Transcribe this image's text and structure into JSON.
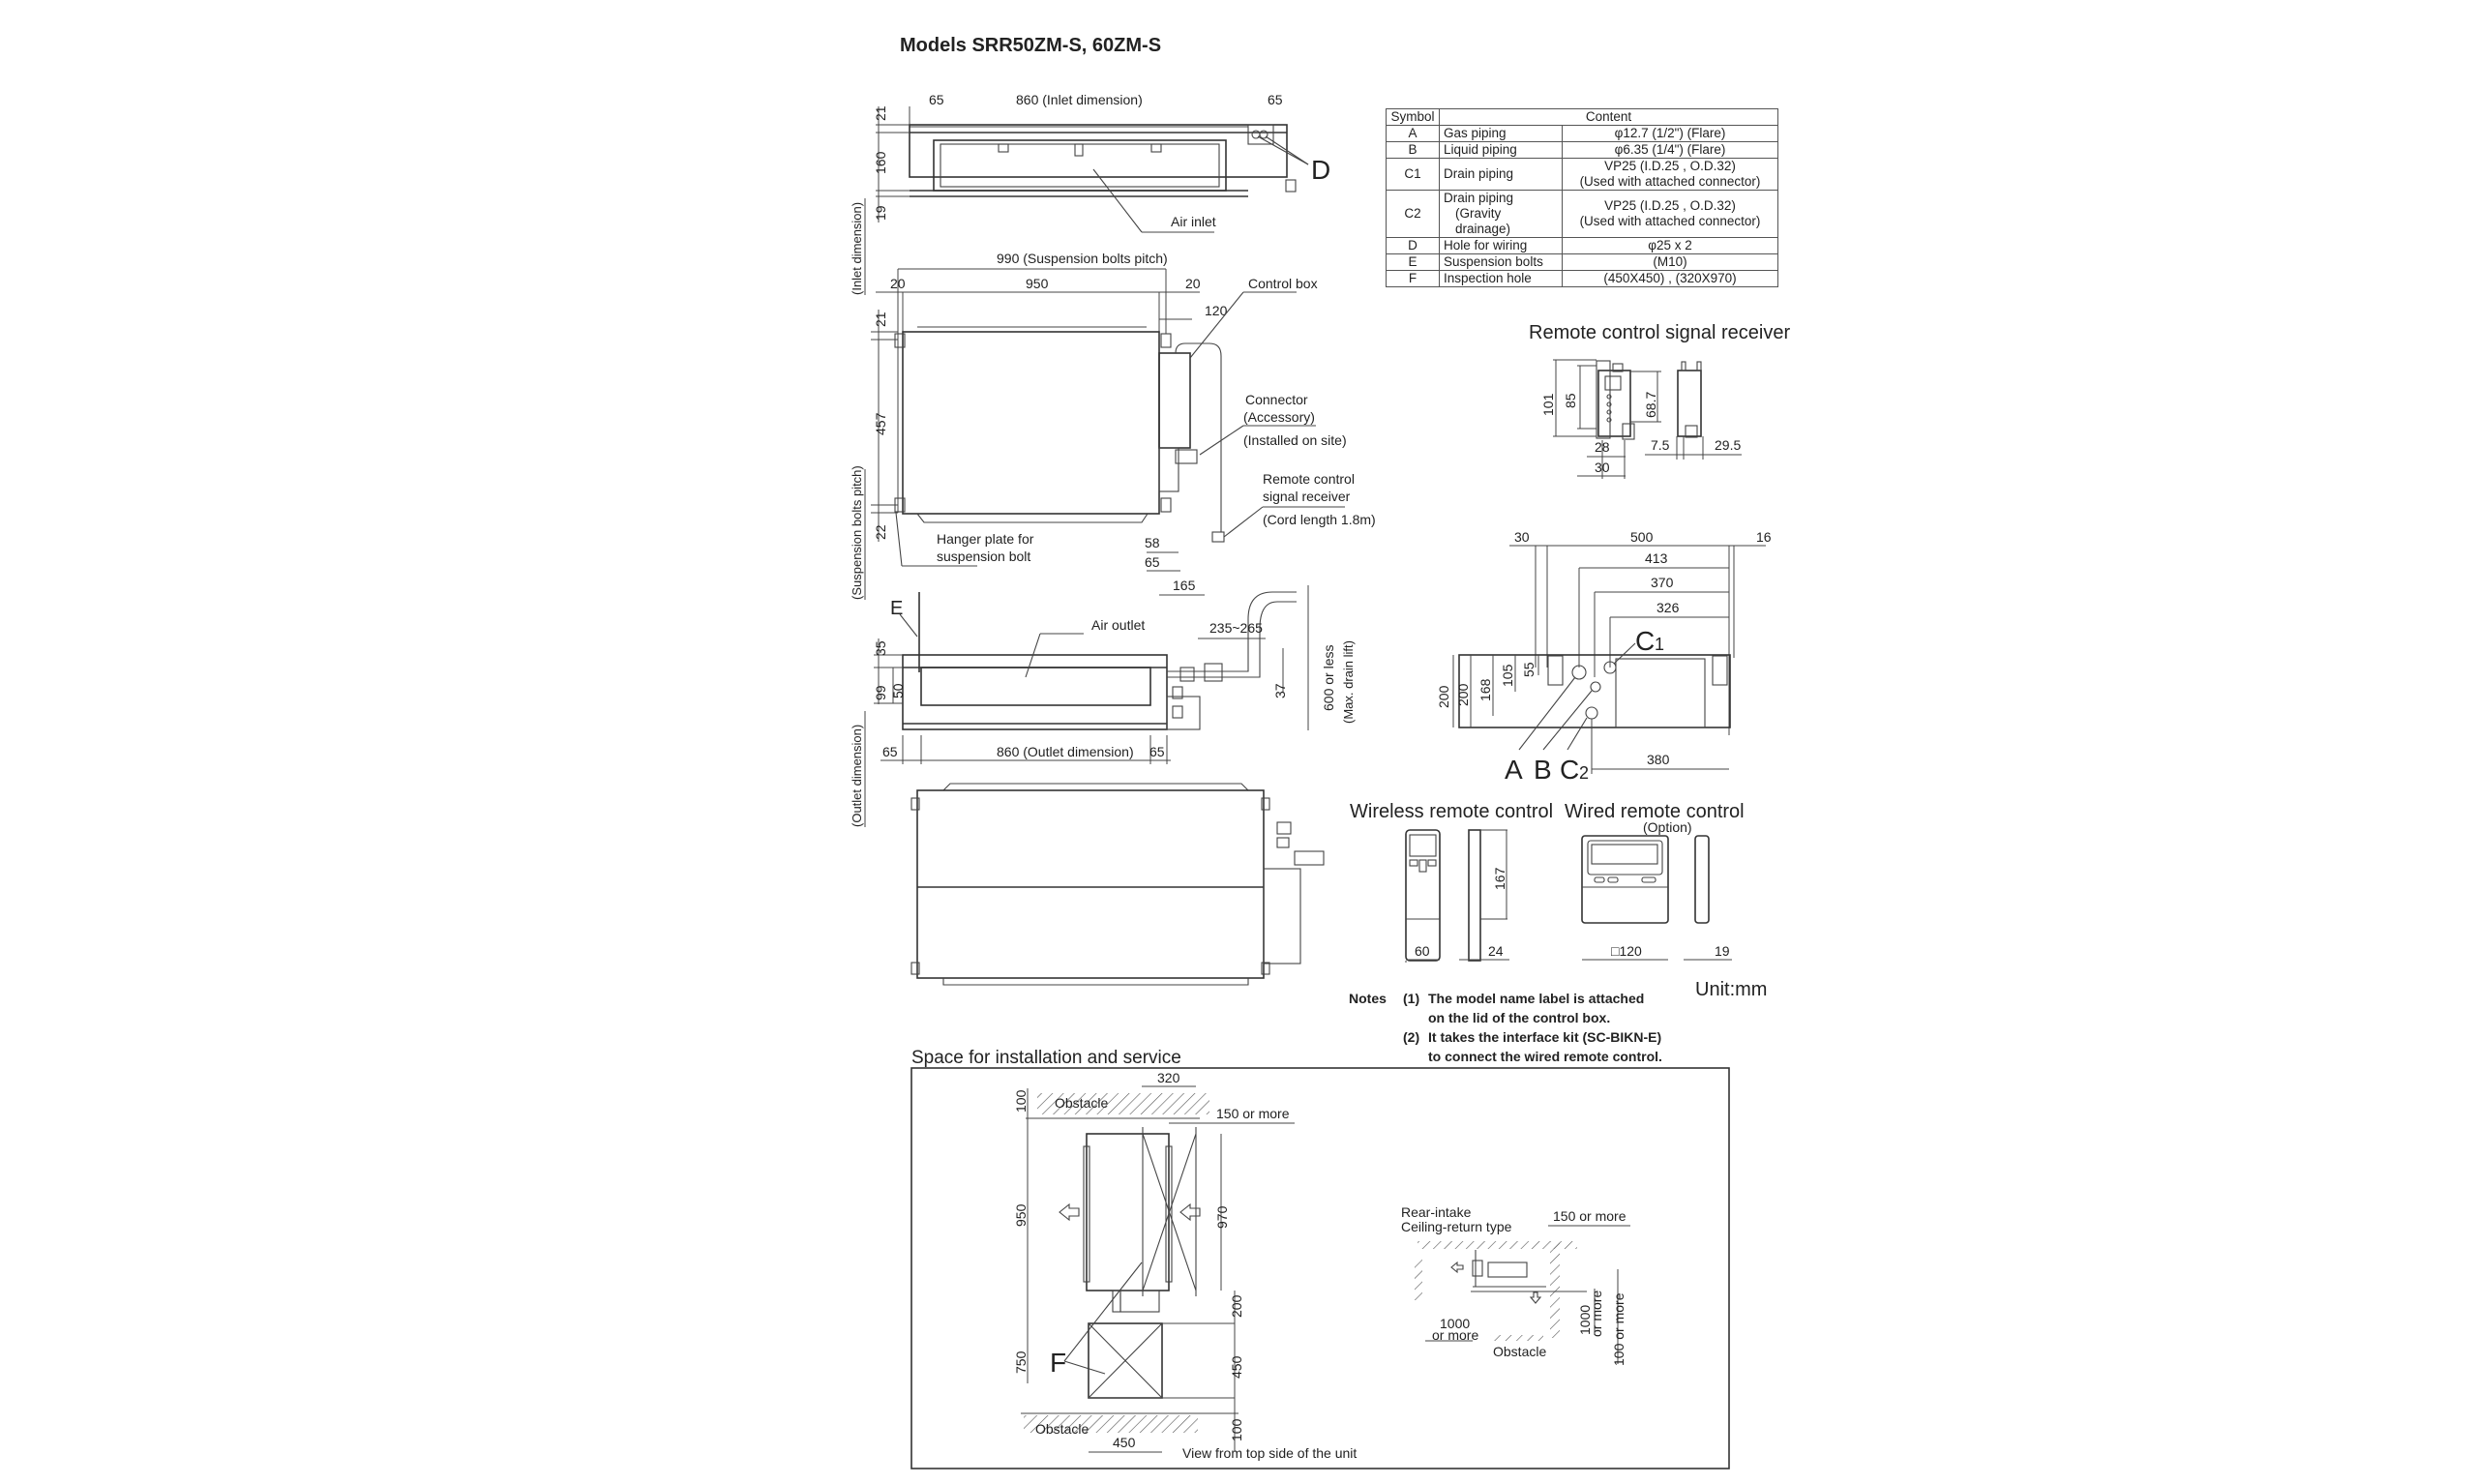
{
  "title": "Models SRR50ZM-S, 60ZM-S",
  "symbol_table": {
    "headers": [
      "Symbol",
      "Content"
    ],
    "rows": [
      {
        "symbol": "A",
        "name": "Gas piping",
        "value": "φ12.7 (1/2\") (Flare)"
      },
      {
        "symbol": "B",
        "name": "Liquid piping",
        "value": "φ6.35 (1/4\") (Flare)"
      },
      {
        "symbol": "C1",
        "name": "Drain piping",
        "value": "VP25 (I.D.25 , O.D.32)",
        "value2": "(Used with attached connector)"
      },
      {
        "symbol": "C2",
        "name": "Drain piping",
        "name2": "(Gravity drainage)",
        "value": "VP25 (I.D.25 , O.D.32)",
        "value2": "(Used with attached connector)"
      },
      {
        "symbol": "D",
        "name": "Hole for wiring",
        "value": "φ25 x 2"
      },
      {
        "symbol": "E",
        "name": "Suspension bolts",
        "value": "(M10)"
      },
      {
        "symbol": "F",
        "name": "Inspection hole",
        "value": "(450X450) , (320X970)"
      }
    ]
  },
  "top_view": {
    "dim_65_left": "65",
    "dim_inlet": "860 (Inlet dimension)",
    "dim_65_right": "65",
    "dim_21": "21",
    "dim_160": "160",
    "dim_19": "19",
    "side_label": "(Inlet dimension)",
    "label_air_inlet": "Air inlet",
    "label_D": "D"
  },
  "plan_view": {
    "dim_990": "990 (Suspension bolts pitch)",
    "dim_20_left": "20",
    "dim_950": "950",
    "dim_20_right": "20",
    "dim_120": "120",
    "dim_21": "21",
    "dim_457": "457",
    "dim_22": "22",
    "side_label": "(Suspension bolts pitch)",
    "label_control_box": "Control box",
    "label_connector": "Connector",
    "label_accessory": "(Accessory)",
    "label_installed": "(Installed on site)",
    "label_receiver_1": "Remote control",
    "label_receiver_2": "signal receiver",
    "label_cord": "(Cord length 1.8m)",
    "label_hanger_1": "Hanger plate for",
    "label_hanger_2": "suspension bolt",
    "dim_58": "58",
    "dim_65": "65",
    "dim_165": "165"
  },
  "front_view": {
    "label_E": "E",
    "label_air_outlet": "Air outlet",
    "dim_235_265": "235~265",
    "dim_35": "35",
    "dim_99": "99",
    "dim_50": "50",
    "dim_37": "37",
    "dim_600": "600 or less",
    "dim_max_drain": "(Max. drain lift)",
    "dim_65_left": "65",
    "dim_outlet": "860 (Outlet dimension)",
    "dim_65_right": "65",
    "side_label": "(Outlet dimension)"
  },
  "receiver": {
    "title": "Remote control signal receiver",
    "dim_101": "101",
    "dim_85": "85",
    "dim_68_7": "68.7",
    "dim_28": "28",
    "dim_30": "30",
    "dim_7_5": "7.5",
    "dim_29_5": "29.5"
  },
  "side_view": {
    "dim_30": "30",
    "dim_500": "500",
    "dim_16": "16",
    "dim_413": "413",
    "dim_370": "370",
    "dim_326": "326",
    "dim_200": "200",
    "dim_168": "168",
    "dim_105": "105",
    "dim_55": "55",
    "dim_380": "380",
    "label_A": "A",
    "label_B": "B",
    "label_C": "C",
    "label_C1_sub": "1",
    "label_C2_sub": "2"
  },
  "wireless_remote": {
    "title": "Wireless remote control",
    "dim_60": "60",
    "dim_24": "24",
    "dim_167": "167"
  },
  "wired_remote": {
    "title": "Wired remote control",
    "subtitle": "(Option)",
    "dim_120": "□120",
    "dim_19": "19"
  },
  "unit_label": "Unit:mm",
  "notes": {
    "label": "Notes",
    "items": [
      {
        "num": "(1)",
        "line1": "The model name label is attached",
        "line2": "on the lid of the control box."
      },
      {
        "num": "(2)",
        "line1": "It takes the interface kit (SC-BIKN-E)",
        "line2": "to connect the wired remote control."
      }
    ]
  },
  "service_space": {
    "title": "Space for installation and service",
    "obstacle_top": "Obstacle",
    "obstacle_bottom": "Obstacle",
    "dim_320": "320",
    "dim_150": "150 or more",
    "dim_100_top": "100",
    "dim_950": "950",
    "dim_970": "970",
    "dim_200": "200",
    "dim_750": "750",
    "dim_450_v": "450",
    "dim_100_bottom": "100",
    "dim_450_h": "450",
    "label_F": "F",
    "view_note": "View from top side of the unit",
    "rear_title_1": "Rear-intake",
    "rear_title_2": "Ceiling-return type",
    "rear_dim_150": "150 or more",
    "rear_dim_1000_left_1": "1000",
    "rear_dim_1000_left_2": "or more",
    "rear_dim_1000_right_1": "1000",
    "rear_dim_1000_right_2": "or more",
    "rear_dim_100": "100 or more",
    "rear_obstacle": "Obstacle"
  }
}
